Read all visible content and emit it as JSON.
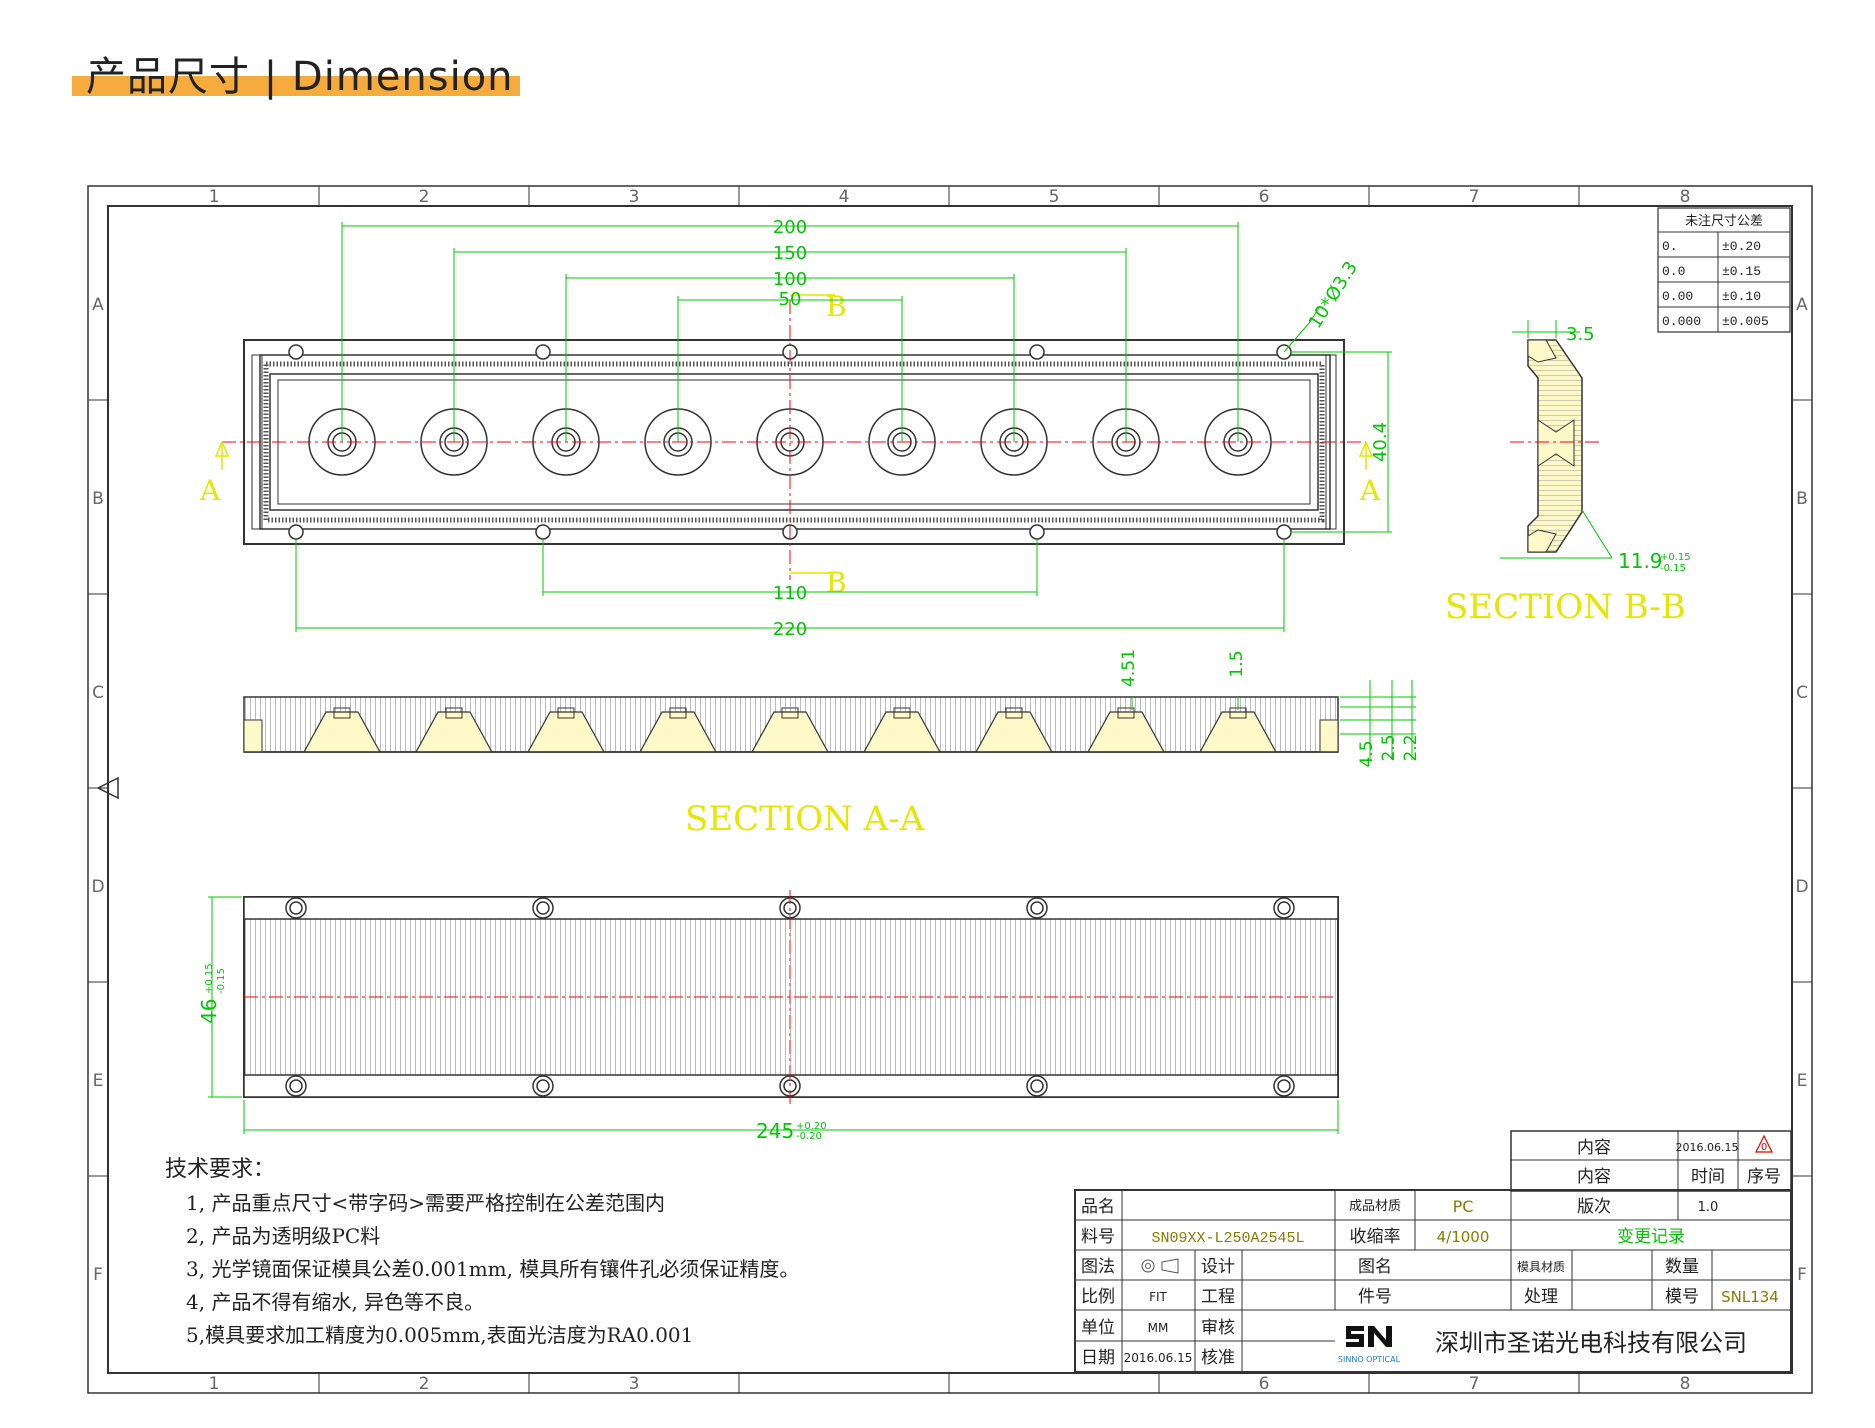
{
  "header": {
    "title": "产品尺寸 | Dimension",
    "accent": "#f6ab3d"
  },
  "colors": {
    "dim": "#00c800",
    "centerline": "#ff0000",
    "section": "#e6e600",
    "fill": "#fff8c8",
    "frame": "#333333"
  },
  "border": {
    "columns": [
      "1",
      "2",
      "3",
      "4",
      "5",
      "6",
      "7",
      "8"
    ],
    "rows": [
      "A",
      "B",
      "C",
      "D",
      "E",
      "F"
    ]
  },
  "dims": {
    "d200": "200",
    "d150": "150",
    "d100": "100",
    "d50": "50",
    "holes": "10*Ø3.3",
    "d40_4": "40.4",
    "d110": "110",
    "d220": "220",
    "d4_51": "4.51",
    "d1_5": "1.5",
    "d4_5": "4.5",
    "d2_5": "2.5",
    "d2_2": "2.2",
    "d3_5": "3.5",
    "d11_9": "11.9",
    "d11_9_tol_up": "+0.15",
    "d11_9_tol_dn": "-0.15",
    "d46": "46",
    "d46_tol_up": "+0.15",
    "d46_tol_dn": "-0.15",
    "d245": "245",
    "d245_tol_up": "+0.20",
    "d245_tol_dn": "-0.20"
  },
  "sections": {
    "marker_a": "A",
    "marker_b": "B",
    "section_aa": "SECTION A-A",
    "section_bb": "SECTION B-B"
  },
  "tolerance_table": {
    "title": "未注尺寸公差",
    "rows": [
      [
        "0.",
        "±0.20"
      ],
      [
        "0.0",
        "±0.15"
      ],
      [
        "0.00",
        "±0.10"
      ],
      [
        "0.000",
        "±0.005"
      ]
    ]
  },
  "tech_requirements": {
    "heading": "技术要求：",
    "items": [
      "1, 产品重点尺寸<带字码>需要严格控制在公差范围内",
      "2, 产品为透明级PC料",
      "3, 光学镜面保证模具公差0.001mm, 模具所有镶件孔必须保证精度。",
      "4, 产品不得有缩水, 异色等不良。",
      "5,模具要求加工精度为0.005mm,表面光洁度为RA0.001"
    ]
  },
  "title_block": {
    "rev_header": "内容",
    "rev_date": "2016.06.15",
    "rev_mark": "0",
    "rev_col_content": "内容",
    "rev_col_time": "时间",
    "rev_col_seq": "序号",
    "version_label": "版次",
    "version": "1.0",
    "change_record": "变更记录",
    "product_name_label": "品名",
    "product_name": "",
    "part_no_label": "料号",
    "part_no": "SN09XX-L250A2545L",
    "material_label": "成品材质",
    "material": "PC",
    "shrink_label": "收缩率",
    "shrink": "4/1000",
    "projection_label": "图法",
    "design_label": "设计",
    "drawing_name_label": "图名",
    "mold_material_label": "模具材质",
    "quantity_label": "数量",
    "scale_label": "比例",
    "scale": "FIT",
    "engineering_label": "工程",
    "item_no_label": "件号",
    "process_label": "处理",
    "mold_no_label": "模号",
    "mold_no": "SNL134",
    "unit_label": "单位",
    "unit": "MM",
    "review_label": "审核",
    "date_label": "日期",
    "date": "2016.06.15",
    "approve_label": "核准",
    "logo_sub": "SINNO OPTICAL",
    "company": "深圳市圣诺光电科技有限公司"
  }
}
